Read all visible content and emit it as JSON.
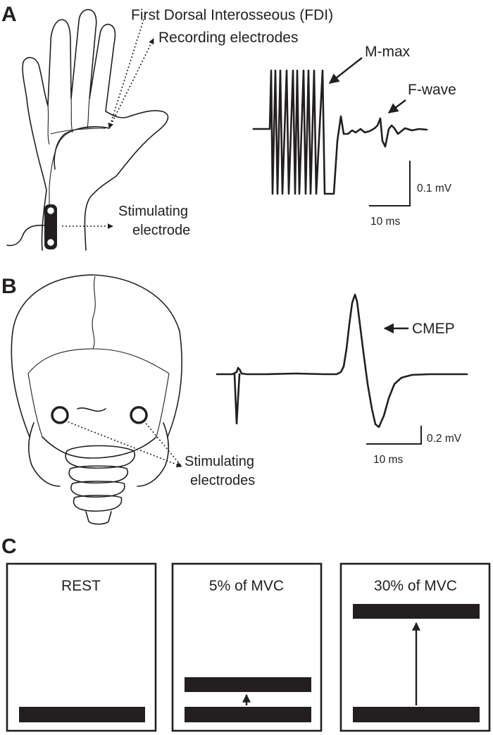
{
  "panels": {
    "a": {
      "letter": "A",
      "fdi_label": "First Dorsal Interosseous (FDI)",
      "recording_label": "Recording electrodes",
      "mmax_label": "M-max",
      "fwave_label": "F-wave",
      "voltage_scale": "0.1 mV",
      "time_scale": "10 ms",
      "stim_label_line1": "Stimulating",
      "stim_label_line2": "electrode"
    },
    "b": {
      "letter": "B",
      "cmep_label": "CMEP",
      "voltage_scale": "0.2 mV",
      "time_scale": "10 ms",
      "stim_label_line1": "Stimulating",
      "stim_label_line2": "electrodes"
    },
    "c": {
      "letter": "C",
      "conditions": [
        {
          "label": "REST",
          "target_fraction": 0.0
        },
        {
          "label": "5% of MVC",
          "target_fraction": 0.05
        },
        {
          "label": "30% of MVC",
          "target_fraction": 0.3
        }
      ]
    }
  },
  "colors": {
    "ink": "#231f20",
    "background": "#ffffff"
  }
}
